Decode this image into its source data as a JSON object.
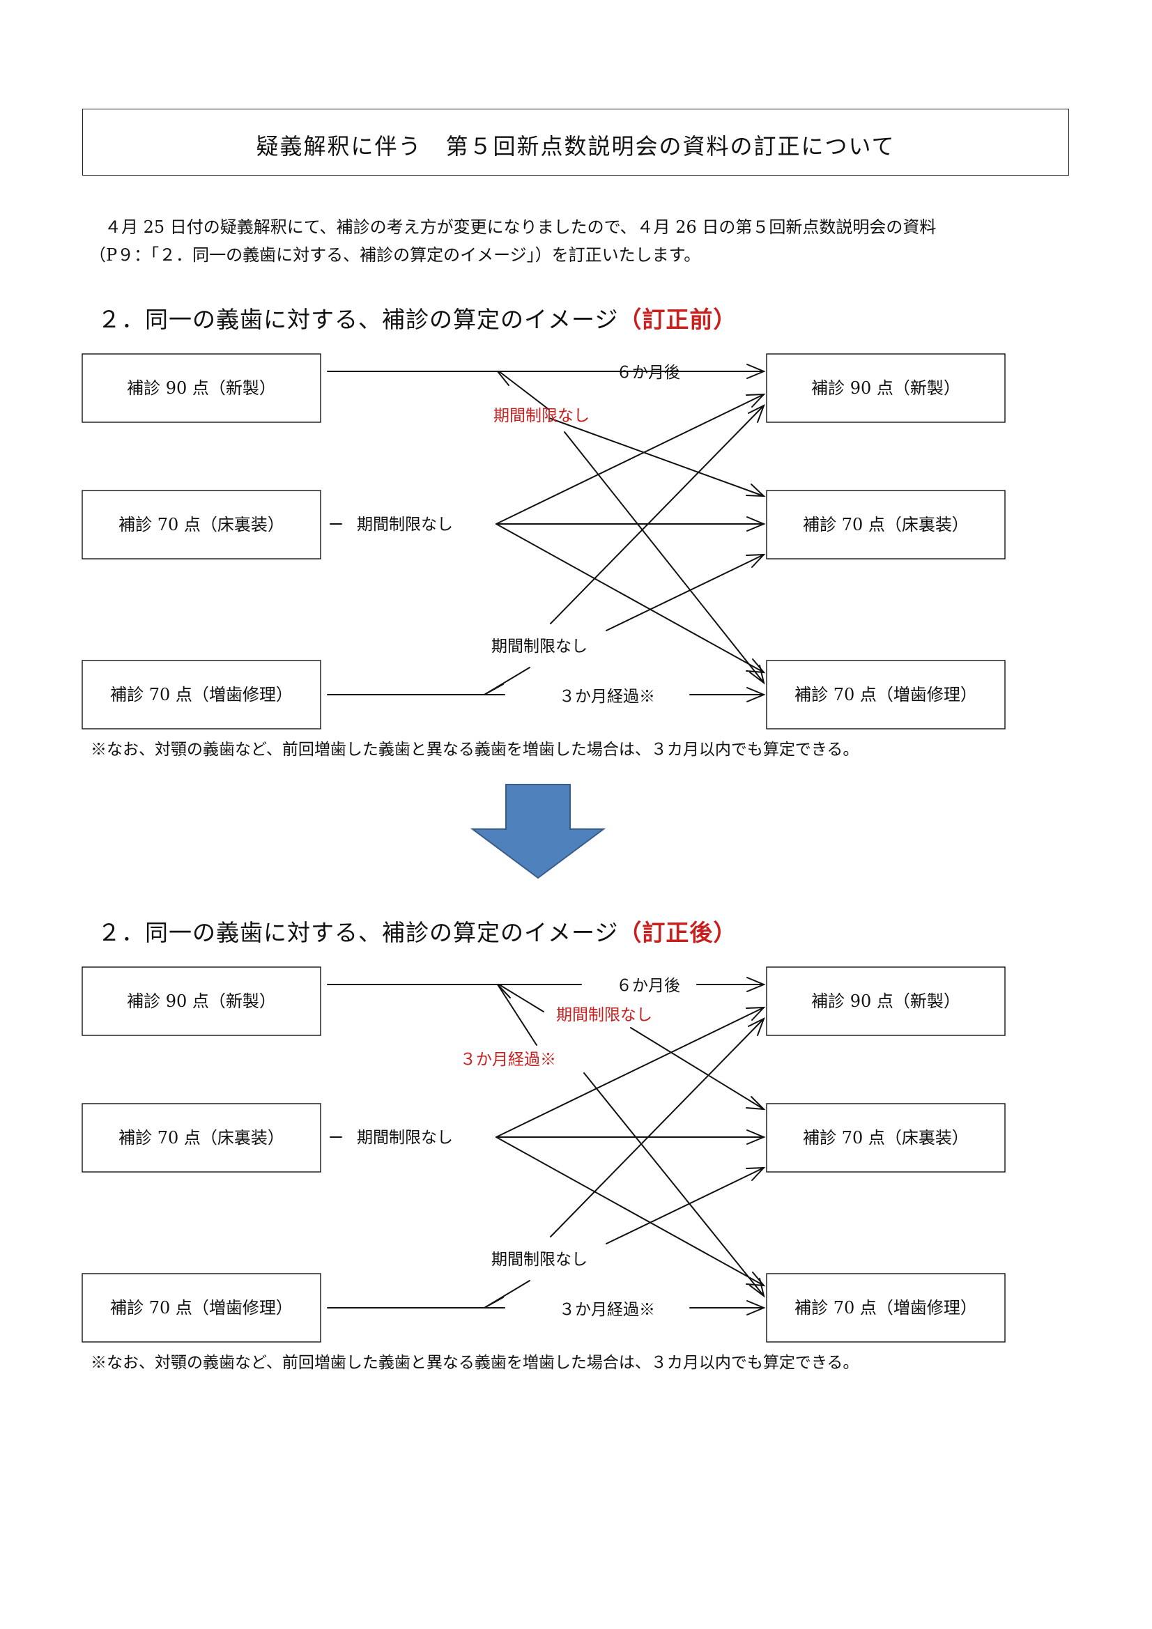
{
  "title": "疑義解釈に伴う　第５回新点数説明会の資料の訂正について",
  "intro": {
    "line1": "４月 25 日付の疑義解釈にて、補診の考え方が変更になりましたので、４月 26 日の第５回新点数説明会の資料",
    "line2": "（P９：「２．同一の義歯に対する、補診の算定のイメージ」）を訂正いたします。"
  },
  "before": {
    "heading": "２．同一の義歯に対する、補診の算定のイメージ",
    "tag_open": "（",
    "tag": "訂正前",
    "tag_close": "）",
    "boxes": {
      "left_new": "補診 90 点（新製）",
      "left_base": "補診 70 点（床裏装）",
      "left_repair": "補診 70 点（増歯修理）",
      "right_new": "補診 90 点（新製）",
      "right_base": "補診 70 点（床裏装）",
      "right_repair": "補診 70 点（増歯修理）"
    },
    "labels": {
      "six_months": "６か月後",
      "no_limit_red": "期間制限なし",
      "no_limit_mid": "期間制限なし",
      "no_limit_low": "期間制限なし",
      "three_months": "３か月経過※"
    },
    "note": "※なお、対顎の義歯など、前回増歯した義歯と異なる義歯を増歯した場合は、３カ月以内でも算定できる。"
  },
  "after": {
    "heading": "２．同一の義歯に対する、補診の算定のイメージ",
    "tag_open": "（",
    "tag": "訂正後",
    "tag_close": "）",
    "boxes": {
      "left_new": "補診 90 点（新製）",
      "left_base": "補診 70 点（床裏装）",
      "left_repair": "補診 70 点（増歯修理）",
      "right_new": "補診 90 点（新製）",
      "right_base": "補診 70 点（床裏装）",
      "right_repair": "補診 70 点（増歯修理）"
    },
    "labels": {
      "six_months": "６か月後",
      "no_limit_red": "期間制限なし",
      "three_months_red": "３か月経過※",
      "no_limit_mid": "期間制限なし",
      "no_limit_low": "期間制限なし",
      "three_months": "３か月経過※"
    },
    "note": "※なお、対顎の義歯など、前回増歯した義歯と異なる義歯を増歯した場合は、３カ月以内でも算定できる。"
  },
  "colors": {
    "red": "#c8201e",
    "arrow_fill": "#4f81bd",
    "arrow_stroke": "#385d8a"
  }
}
